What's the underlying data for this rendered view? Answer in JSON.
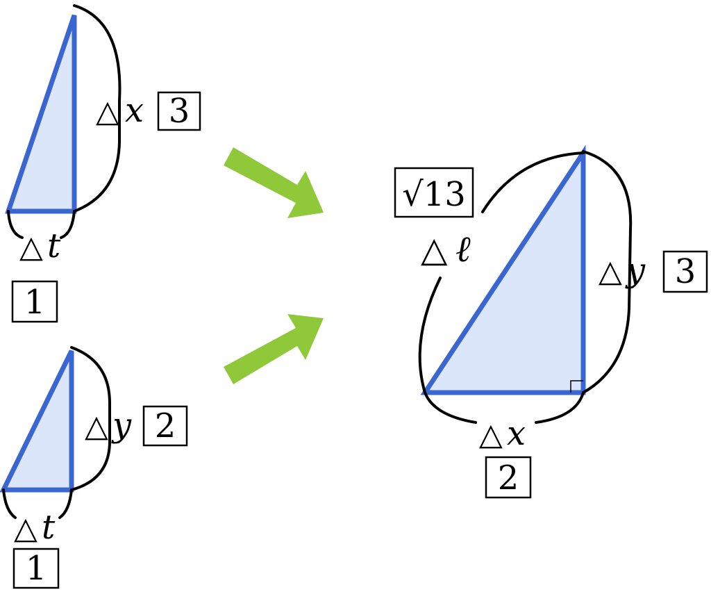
{
  "triangle_top_left": {
    "vertical_label": {
      "delta": "△",
      "var": "x",
      "value": "3"
    },
    "horizontal_label": {
      "delta": "△",
      "var": "t",
      "value": "1"
    }
  },
  "triangle_bottom_left": {
    "vertical_label": {
      "delta": "△",
      "var": "y",
      "value": "2"
    },
    "horizontal_label": {
      "delta": "△",
      "var": "t",
      "value": "1"
    }
  },
  "triangle_right": {
    "hypotenuse_label": {
      "value": "√13",
      "delta": "△",
      "var": "ℓ"
    },
    "vertical_label": {
      "delta": "△",
      "var": "y",
      "value": "3"
    },
    "horizontal_label": {
      "delta": "△",
      "var": "x",
      "value": "2"
    }
  },
  "colors": {
    "triangle_fill": "#dce6fb",
    "triangle_stroke": "#3a66d1",
    "arrow": "#8fc93a"
  }
}
